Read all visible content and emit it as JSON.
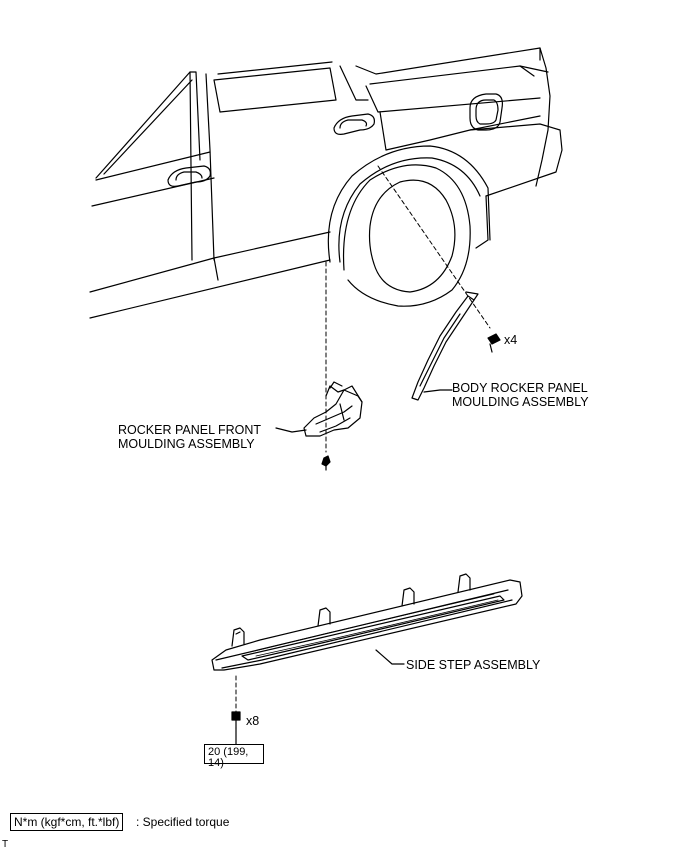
{
  "labels": {
    "body_rocker_line1": "BODY ROCKER PANEL",
    "body_rocker_line2": "MOULDING ASSEMBLY",
    "front_moulding_line1": "ROCKER PANEL FRONT",
    "front_moulding_line2": "MOULDING ASSEMBLY",
    "side_step": "SIDE STEP ASSEMBLY",
    "clip_count": "x4",
    "bolt_count": "x8"
  },
  "torque": {
    "value": "20 (199, 14)"
  },
  "legend": {
    "units": "N*m (kgf*cm, ft.*lbf)",
    "text": ": Specified torque"
  },
  "corner_mark": "T"
}
